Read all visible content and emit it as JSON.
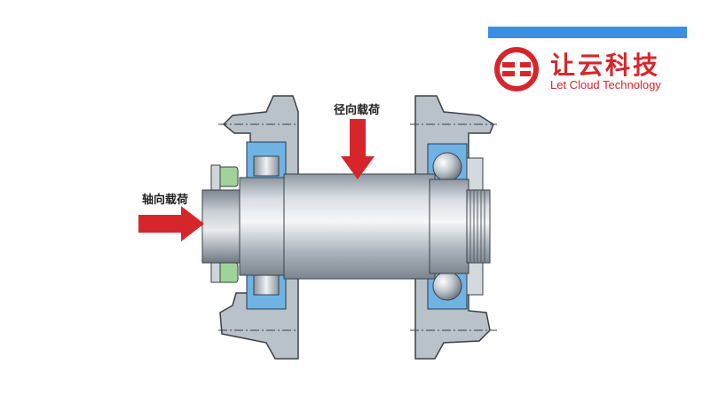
{
  "brand": {
    "name_cn": "让云科技",
    "name_en": "Let Cloud Technology",
    "accent_color": "#d7262b",
    "bar_color": "#3a8ee6",
    "logo_icon": "brand-logo-icon"
  },
  "diagram": {
    "radial_load_label": "径向载荷",
    "axial_load_label": "轴向载荷",
    "arrow_color": "#d7262b",
    "housing_color": "#b9c1c9",
    "seal_color": "#6fb2e4",
    "shaft_color": "#b7bfc8"
  }
}
